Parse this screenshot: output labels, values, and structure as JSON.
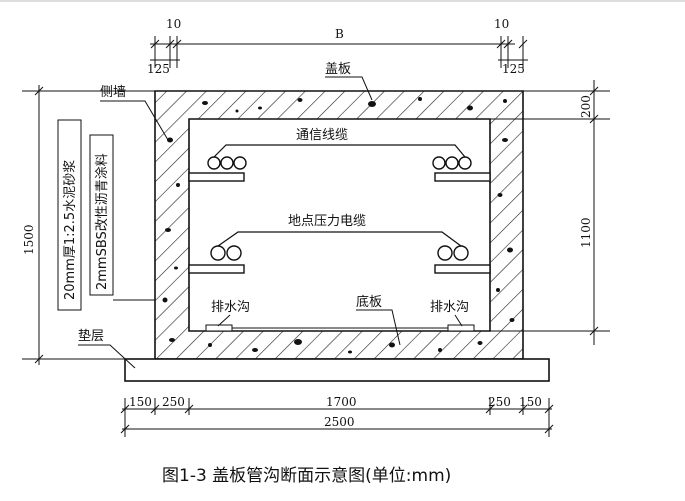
{
  "figure": {
    "caption": "图1-3   盖板管沟断面示意图(单位:mm)"
  },
  "top_dimensions": {
    "left_ten": "10",
    "width_b": "B",
    "right_ten": "10",
    "left_125": "125",
    "right_125": "125"
  },
  "labels": {
    "cover_plate": "盖板",
    "side_wall": "侧墙",
    "communication_cable": "通信线缆",
    "pressure_cable": "地点压力电缆",
    "drain_left": "排水沟",
    "bottom_plate": "底板",
    "drain_right": "排水沟",
    "cushion": "垫层",
    "mortar_layer": "20mm厚1:2.5水泥砂浆",
    "sbs_coating": "2mmSBS改性沥青涂料"
  },
  "side_dimensions": {
    "total_height": "1500",
    "cover_thickness": "200",
    "inner_height": "1100"
  },
  "bottom_dimensions": {
    "left_150": "150",
    "left_250": "250",
    "inner_width": "1700",
    "right_250": "250",
    "right_150": "150",
    "total_width": "2500"
  }
}
